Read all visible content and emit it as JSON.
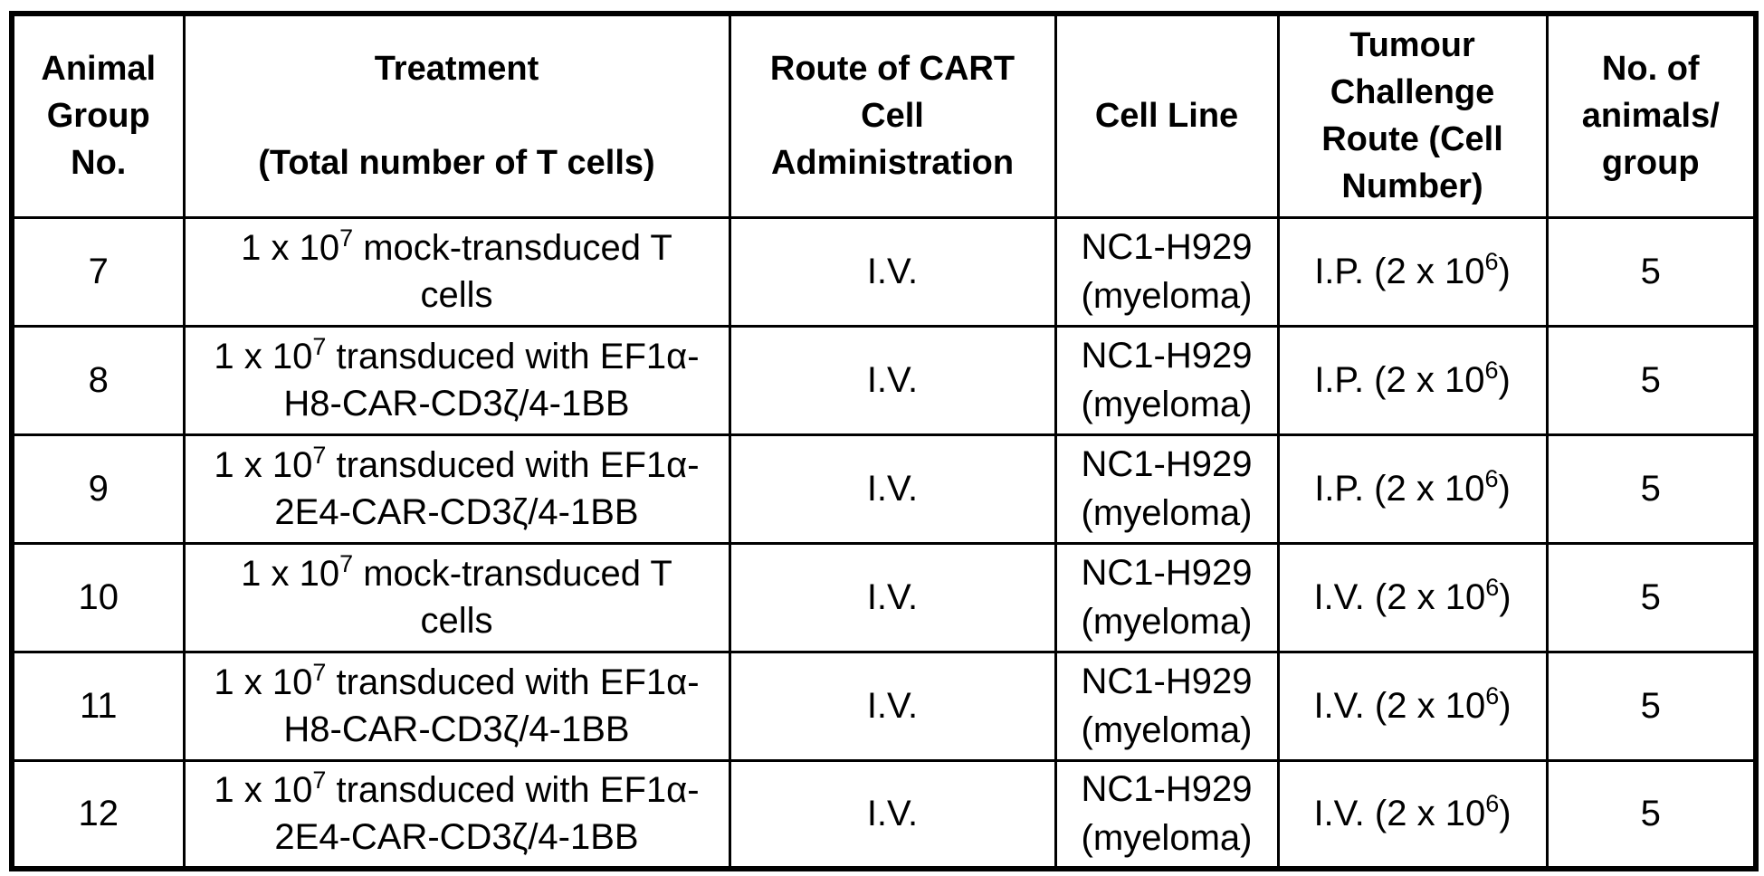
{
  "table": {
    "headers": {
      "animal_group": [
        "Animal",
        "Group",
        "No."
      ],
      "treatment_title": "Treatment",
      "treatment_sub": "(Total number of T cells)",
      "route": [
        "Route of CART",
        "Cell",
        "Administration"
      ],
      "cell_line": "Cell Line",
      "tumour": [
        "Tumour",
        "Challenge",
        "Route (Cell",
        "Number)"
      ],
      "animals": [
        "No. of",
        "animals/",
        "group"
      ]
    },
    "rows": [
      {
        "group_no": "7",
        "treatment": {
          "l1_pre": "1 x 10",
          "l1_sup": "7",
          "l1_post": " mock-transduced T",
          "l2": "cells"
        },
        "route": "I.V.",
        "cell_line_name": "NC1-H929",
        "cell_line_type": "(myeloma)",
        "challenge": {
          "pre": "I.P. (2 x 10",
          "sup": "6",
          "post": ")"
        },
        "animals_per_group": "5"
      },
      {
        "group_no": "8",
        "treatment": {
          "l1_pre": "1 x 10",
          "l1_sup": "7",
          "l1_post": " transduced with EF1α-",
          "l2": "H8-CAR-CD3ζ/4-1BB"
        },
        "route": "I.V.",
        "cell_line_name": "NC1-H929",
        "cell_line_type": "(myeloma)",
        "challenge": {
          "pre": "I.P. (2 x 10",
          "sup": "6",
          "post": ")"
        },
        "animals_per_group": "5"
      },
      {
        "group_no": "9",
        "treatment": {
          "l1_pre": "1 x 10",
          "l1_sup": "7",
          "l1_post": " transduced with EF1α-",
          "l2": "2E4-CAR-CD3ζ/4-1BB"
        },
        "route": "I.V.",
        "cell_line_name": "NC1-H929",
        "cell_line_type": "(myeloma)",
        "challenge": {
          "pre": "I.P. (2 x 10",
          "sup": "6",
          "post": ")"
        },
        "animals_per_group": "5"
      },
      {
        "group_no": "10",
        "treatment": {
          "l1_pre": "1 x 10",
          "l1_sup": "7",
          "l1_post": " mock-transduced T",
          "l2": "cells"
        },
        "route": "I.V.",
        "cell_line_name": "NC1-H929",
        "cell_line_type": "(myeloma)",
        "challenge": {
          "pre": "I.V. (2 x 10",
          "sup": "6",
          "post": ")"
        },
        "animals_per_group": "5"
      },
      {
        "group_no": "11",
        "treatment": {
          "l1_pre": "1 x 10",
          "l1_sup": "7",
          "l1_post": " transduced with EF1α-",
          "l2": "H8-CAR-CD3ζ/4-1BB"
        },
        "route": "I.V.",
        "cell_line_name": "NC1-H929",
        "cell_line_type": "(myeloma)",
        "challenge": {
          "pre": "I.V. (2 x 10",
          "sup": "6",
          "post": ")"
        },
        "animals_per_group": "5"
      },
      {
        "group_no": "12",
        "treatment": {
          "l1_pre": "1 x 10",
          "l1_sup": "7",
          "l1_post": " transduced with EF1α-",
          "l2": "2E4-CAR-CD3ζ/4-1BB"
        },
        "route": "I.V.",
        "cell_line_name": "NC1-H929",
        "cell_line_type": "(myeloma)",
        "challenge": {
          "pre": "I.V. (2 x 10",
          "sup": "6",
          "post": ")"
        },
        "animals_per_group": "5"
      }
    ]
  }
}
